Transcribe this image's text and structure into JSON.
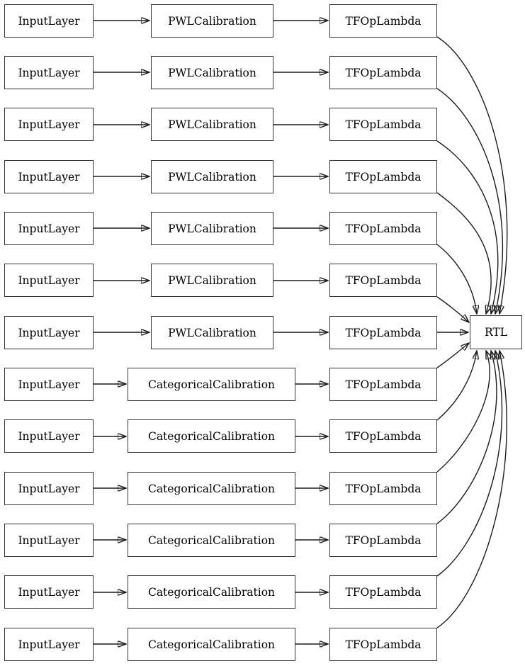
{
  "diagram": {
    "output": {
      "label": "RTL"
    },
    "colors": {
      "background": "#ffffff",
      "node_border": "#343434",
      "edge": "#1c1c1c",
      "text": "#000000"
    },
    "rows": [
      {
        "input": "InputLayer",
        "calibration": "PWLCalibration",
        "lambda": "TFOpLambda"
      },
      {
        "input": "InputLayer",
        "calibration": "PWLCalibration",
        "lambda": "TFOpLambda"
      },
      {
        "input": "InputLayer",
        "calibration": "PWLCalibration",
        "lambda": "TFOpLambda"
      },
      {
        "input": "InputLayer",
        "calibration": "PWLCalibration",
        "lambda": "TFOpLambda"
      },
      {
        "input": "InputLayer",
        "calibration": "PWLCalibration",
        "lambda": "TFOpLambda"
      },
      {
        "input": "InputLayer",
        "calibration": "PWLCalibration",
        "lambda": "TFOpLambda"
      },
      {
        "input": "InputLayer",
        "calibration": "PWLCalibration",
        "lambda": "TFOpLambda"
      },
      {
        "input": "InputLayer",
        "calibration": "CategoricalCalibration",
        "lambda": "TFOpLambda"
      },
      {
        "input": "InputLayer",
        "calibration": "CategoricalCalibration",
        "lambda": "TFOpLambda"
      },
      {
        "input": "InputLayer",
        "calibration": "CategoricalCalibration",
        "lambda": "TFOpLambda"
      },
      {
        "input": "InputLayer",
        "calibration": "CategoricalCalibration",
        "lambda": "TFOpLambda"
      },
      {
        "input": "InputLayer",
        "calibration": "CategoricalCalibration",
        "lambda": "TFOpLambda"
      },
      {
        "input": "InputLayer",
        "calibration": "CategoricalCalibration",
        "lambda": "TFOpLambda"
      }
    ]
  }
}
